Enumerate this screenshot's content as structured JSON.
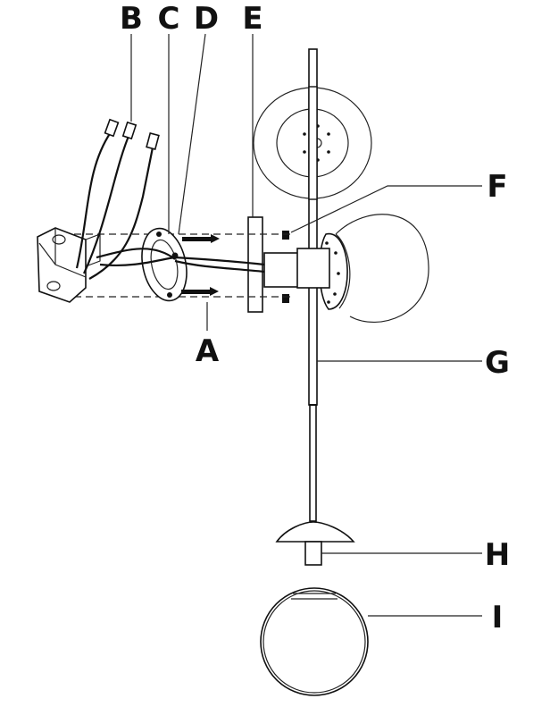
{
  "diagram": {
    "labels": {
      "A": "A",
      "B": "B",
      "C": "C",
      "D": "D",
      "E": "E",
      "F": "F",
      "G": "G",
      "H": "H",
      "I": "I"
    }
  },
  "colors": {
    "line": "#111111",
    "background": "#ffffff"
  }
}
